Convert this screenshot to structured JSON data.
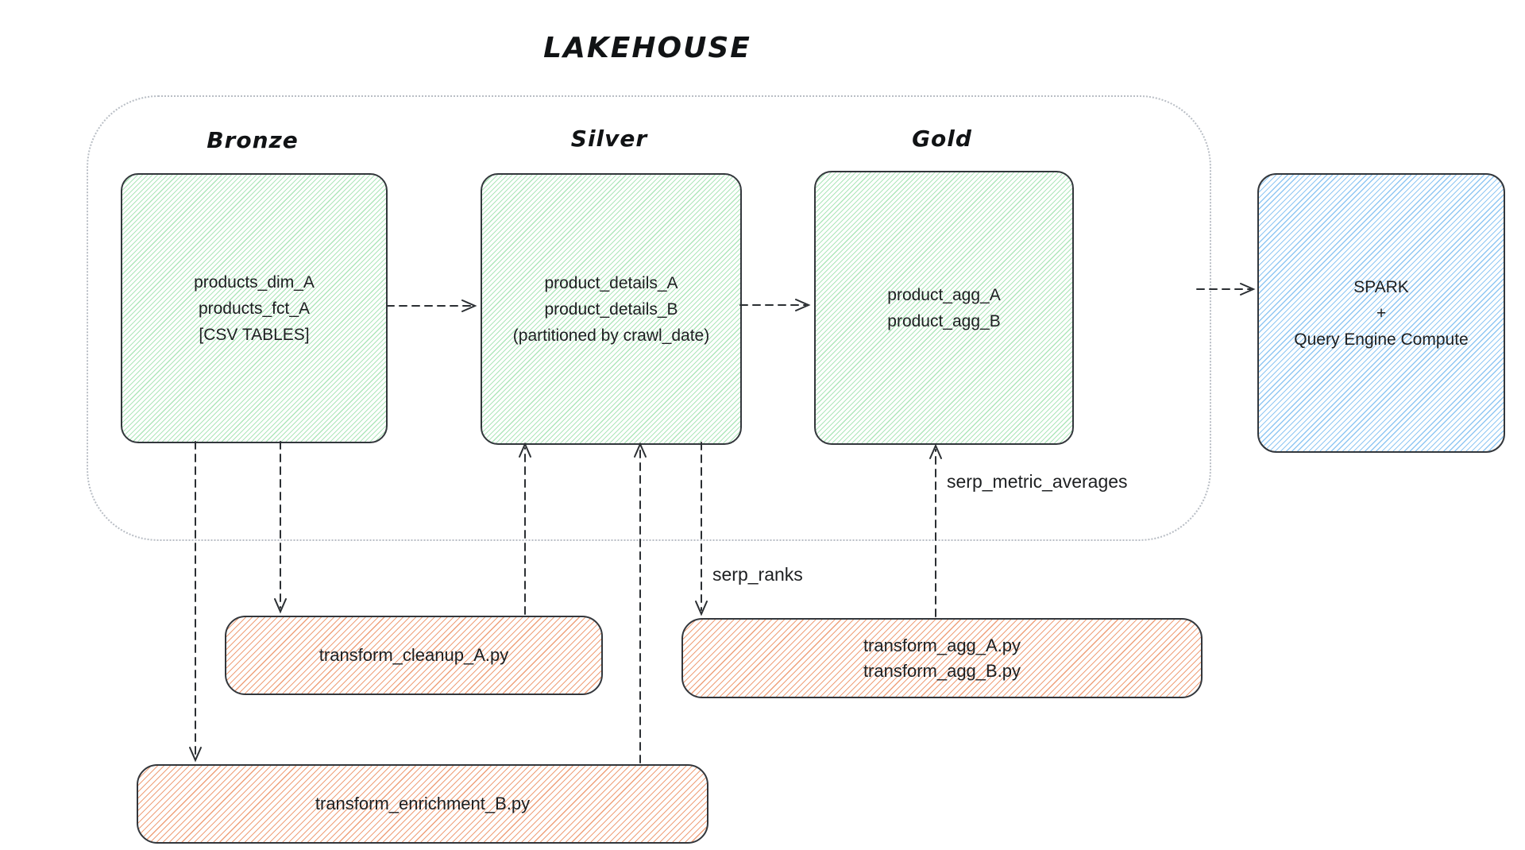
{
  "title": "LAKEHOUSE",
  "layers": [
    {
      "label": "Bronze",
      "box": {
        "lines": [
          "products_dim_A",
          "products_fct_A",
          "[CSV TABLES]"
        ]
      }
    },
    {
      "label": "Silver",
      "box": {
        "lines": [
          "product_details_A",
          "product_details_B",
          "(partitioned by crawl_date)"
        ]
      }
    },
    {
      "label": "Gold",
      "box": {
        "lines": [
          "product_agg_A",
          "product_agg_B"
        ]
      }
    }
  ],
  "compute_box": {
    "lines": [
      "SPARK",
      "+",
      "Query Engine Compute"
    ]
  },
  "scripts": {
    "cleanup": {
      "lines": [
        "transform_cleanup_A.py"
      ]
    },
    "agg": {
      "lines": [
        "transform_agg_A.py",
        "transform_agg_B.py"
      ]
    },
    "enrichment": {
      "lines": [
        "transform_enrichment_B.py"
      ]
    }
  },
  "edge_labels": {
    "serp_ranks": "serp_ranks",
    "serp_metric_averages": "serp_metric_averages"
  },
  "colors": {
    "green_hatch": "#aee6ba",
    "orange_hatch": "#efa07a",
    "blue_hatch": "#90c7f3",
    "arrow": "#2b2f33",
    "node_border": "#33373c",
    "container_border": "#b9bec5",
    "text": "#1d1f21"
  }
}
